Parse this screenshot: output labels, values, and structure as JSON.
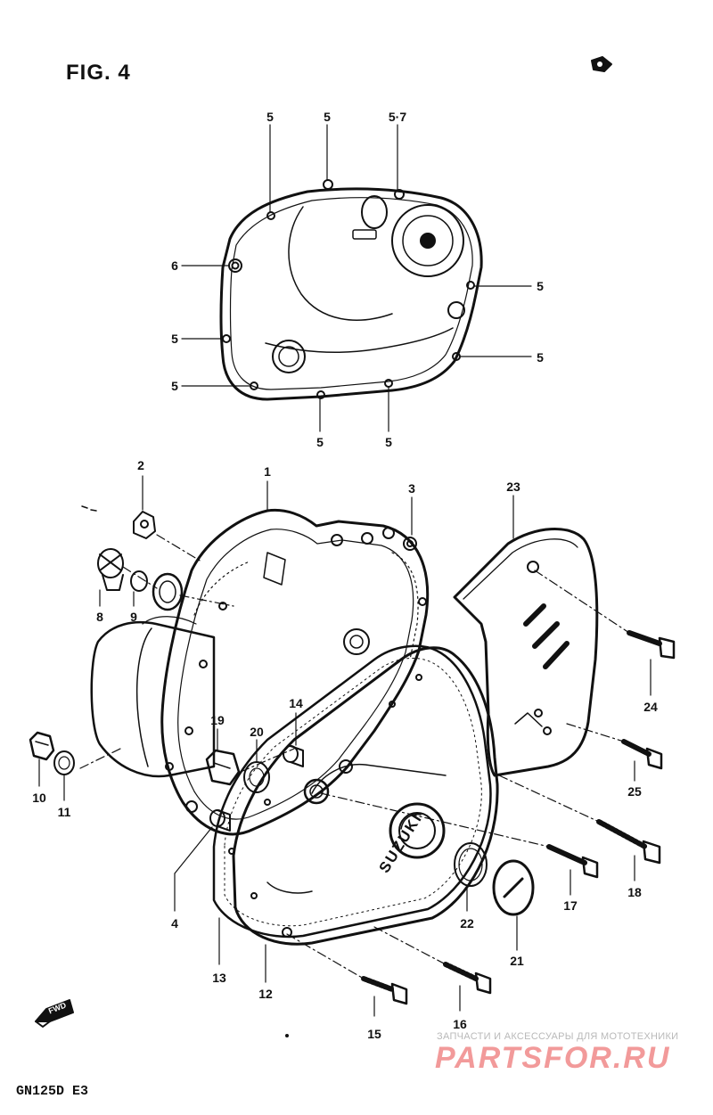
{
  "figure": {
    "title": "FIG. 4",
    "model": "GN125D  E3"
  },
  "watermark": {
    "caption": "ЗАПЧАСТИ И АКСЕССУАРЫ ДЛЯ МОТОТЕХНИКИ",
    "logo": "PARTSFOR.RU"
  },
  "icons": {
    "corner_mark": "reference-mark-icon",
    "fwd": "fwd-arrow-icon",
    "fwd_text": "FWD"
  },
  "part_labels": {
    "l1": "1",
    "l2": "2",
    "l3": "3",
    "l4": "4",
    "l5a": "5",
    "l5b": "5",
    "l57": "5·7",
    "l6": "6",
    "l5c": "5",
    "l5d": "5",
    "l5e": "5",
    "l5f": "5",
    "l5g": "5",
    "l5h": "5",
    "l8": "8",
    "l9": "9",
    "l10": "10",
    "l11": "11",
    "l12": "12",
    "l13": "13",
    "l14": "14",
    "l15": "15",
    "l16": "16",
    "l17": "17",
    "l18": "18",
    "l19": "19",
    "l20": "20",
    "l21": "21",
    "l22": "22",
    "l23": "23",
    "l24": "24",
    "l25": "25"
  },
  "cover_brand": "SUZUKI"
}
